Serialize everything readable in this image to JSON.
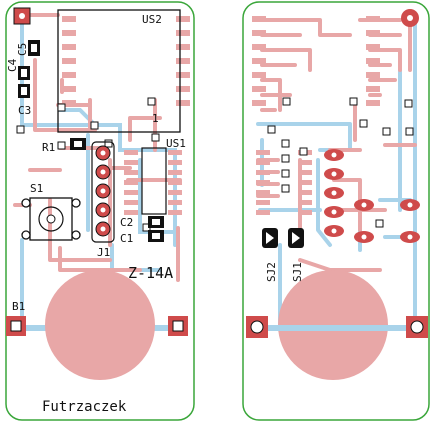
{
  "front": {
    "labels": {
      "us2": "US2",
      "pin1": "1",
      "us1": "US1",
      "c5": "C5",
      "c4": "C4",
      "c3": "C3",
      "r1": "R1",
      "s1": "S1",
      "c2": "C2",
      "c1": "C1",
      "j1": "J1",
      "model": "Z-14A",
      "b1": "B1",
      "footer": "Futrzaczek"
    }
  },
  "back": {
    "labels": {
      "sj2": "SJ2",
      "sj1": "SJ1"
    }
  },
  "colors": {
    "outline": "#3aa63a",
    "copper_top": "#e8a7a7",
    "copper_bottom": "#a9d3ea",
    "pad": "#cf4b4b",
    "silk": "#111111"
  }
}
